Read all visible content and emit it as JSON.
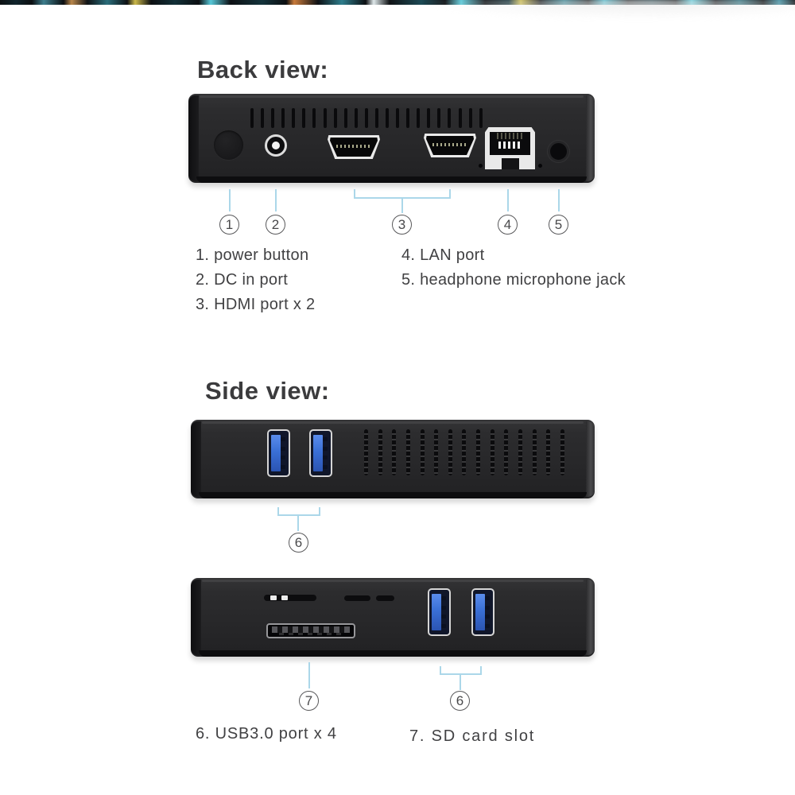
{
  "back_view": {
    "heading": "Back view:",
    "callout_numbers": [
      "1",
      "2",
      "3",
      "4",
      "5"
    ],
    "legend_left": [
      "1. power button",
      "2. DC in port",
      "3. HDMI port x 2"
    ],
    "legend_right": [
      "4. LAN port",
      "5. headphone microphone jack"
    ]
  },
  "side_view": {
    "heading": "Side view:",
    "callout_numbers": [
      "6",
      "7",
      "6"
    ],
    "legend": [
      "6. USB3.0 port x 4",
      "7. SD card slot"
    ]
  },
  "colors": {
    "callout_line": "#abd7e9",
    "usb_blue": "#3a6fd6",
    "device_body": "#29292b",
    "heading_text": "#3b3b3d",
    "legend_text": "#414143"
  }
}
